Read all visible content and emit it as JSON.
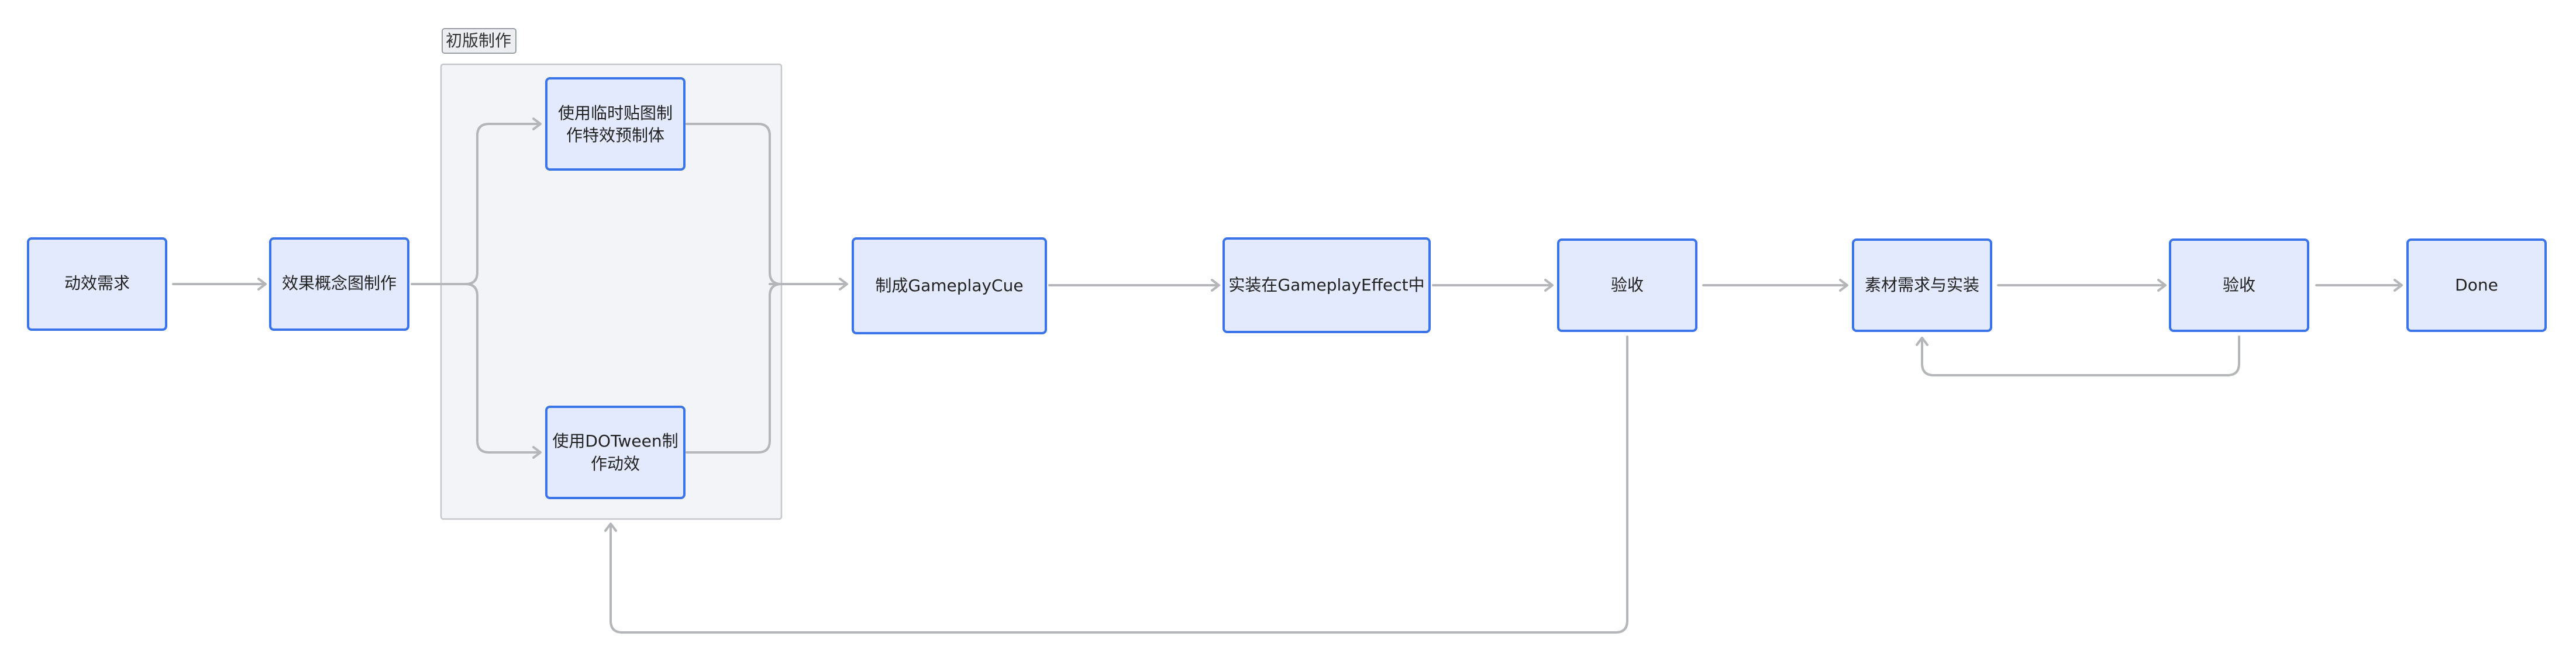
{
  "group": {
    "label": "初版制作"
  },
  "nodes": {
    "motion_request": {
      "lines": [
        "动效需求"
      ]
    },
    "concept_art": {
      "lines": [
        "效果概念图制作"
      ]
    },
    "temp_texture": {
      "lines": [
        "使用临时贴图制",
        "作特效预制体"
      ]
    },
    "dotween": {
      "lines": [
        "使用DOTween制",
        "作动效"
      ]
    },
    "gameplay_cue": {
      "lines": [
        "制成GameplayCue"
      ]
    },
    "install_effect": {
      "lines": [
        "实装在GameplayEffect中"
      ]
    },
    "review_1": {
      "lines": [
        "验收"
      ]
    },
    "asset_request": {
      "lines": [
        "素材需求与实装"
      ]
    },
    "review_2": {
      "lines": [
        "验收"
      ]
    },
    "done": {
      "lines": [
        "Done"
      ]
    }
  },
  "colors": {
    "node_fill": "#e3eafd",
    "node_border": "#3b74e8",
    "edge": "#b4b6ba",
    "group_fill": "#f3f4f7",
    "group_border": "#c5c7cc"
  }
}
